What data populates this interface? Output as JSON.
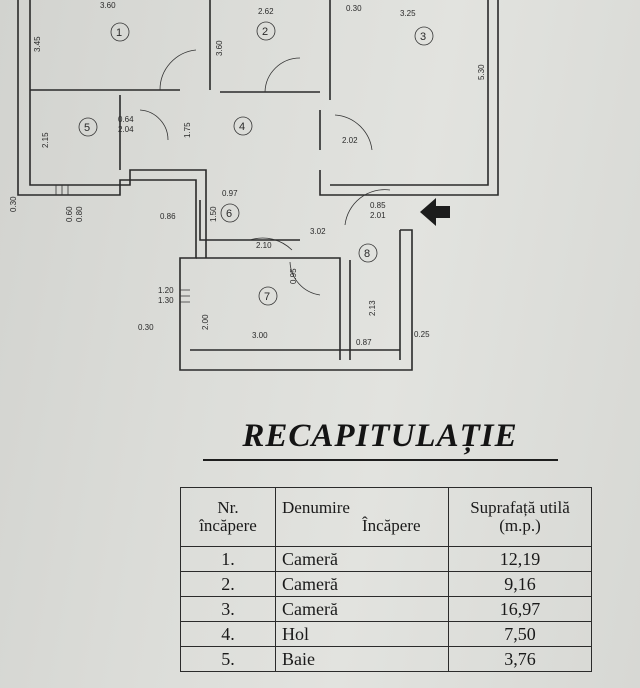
{
  "plan": {
    "rooms": [
      {
        "num": "1"
      },
      {
        "num": "2"
      },
      {
        "num": "3"
      },
      {
        "num": "4"
      },
      {
        "num": "5"
      },
      {
        "num": "6"
      },
      {
        "num": "7"
      },
      {
        "num": "8"
      }
    ],
    "dims": {
      "d_360": "3.60",
      "d_262": "2.62",
      "d_030a": "0.30",
      "d_325": "3.25",
      "d_345": "3.45",
      "d_360v": "3.60",
      "d_530": "5.30",
      "d_215": "2.15",
      "d_175": "1.75",
      "d_302": "3.02",
      "d_213": "2.13",
      "d_300": "3.00",
      "d_200": "2.00",
      "d_120": "1.20",
      "d_130": "1.30",
      "d_150": "1.50",
      "d_030b": "0.30",
      "d_025": "0.25",
      "d_087": "0.87",
      "d_097": "0.97",
      "d_030c": "0.30",
      "d_060": "0.60",
      "d_080": "0.80",
      "d_086": "0.86",
      "d_202": "2.02",
      "d_085": "0.85",
      "d_201": "2.01",
      "d_064": "0.64",
      "d_204": "2.04",
      "d_095": "0.95",
      "d_210": "2.10"
    }
  },
  "title": "RECAPITULAȚIE",
  "table": {
    "headers": {
      "nr_line1": "Nr.",
      "nr_line2": "încăpere",
      "den_line1": "Denumire",
      "den_line2": "Încăpere",
      "sup_line1": "Suprafață utilă",
      "sup_line2": "(m.p.)"
    },
    "rows": [
      {
        "nr": "1.",
        "name": "Cameră",
        "area": "12,19"
      },
      {
        "nr": "2.",
        "name": "Cameră",
        "area": "9,16"
      },
      {
        "nr": "3.",
        "name": "Cameră",
        "area": "16,97"
      },
      {
        "nr": "4.",
        "name": "Hol",
        "area": "7,50"
      },
      {
        "nr": "5.",
        "name": "Baie",
        "area": "3,76"
      }
    ]
  }
}
